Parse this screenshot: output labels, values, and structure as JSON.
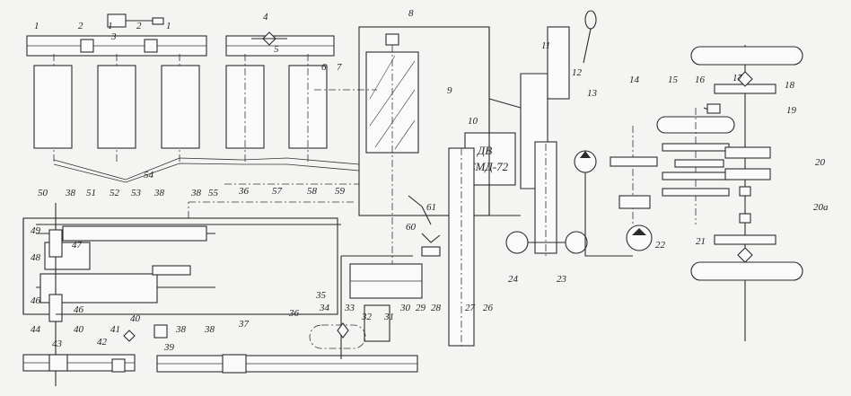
{
  "diagram": {
    "labels": {
      "l1": "1",
      "l2": "2",
      "l3": "3",
      "l4": "4",
      "l5": "5",
      "l6": "6",
      "l7": "7",
      "l8": "8",
      "l9": "9",
      "l10": "10",
      "l11": "11",
      "l12": "12",
      "l13": "13",
      "l14": "14",
      "l15": "15",
      "l16": "16",
      "l17": "17",
      "l18": "18",
      "l19": "19",
      "l20": "20",
      "l20a": "20a",
      "l21": "21",
      "l22": "22",
      "l23": "23",
      "l24": "24",
      "l26": "26",
      "l27": "27",
      "l28": "28",
      "l29": "29",
      "l30": "30",
      "l31": "31",
      "l32": "32",
      "l33": "33",
      "l34": "34",
      "l35": "35",
      "l36": "36",
      "l37": "37",
      "l38": "38",
      "l39": "39",
      "l40": "40",
      "l41": "41",
      "l42": "42",
      "l43": "43",
      "l44": "44",
      "l46": "46",
      "l47": "47",
      "l48": "48",
      "l49": "49",
      "l50": "50",
      "l51": "51",
      "l52": "52",
      "l53": "53",
      "l54": "54",
      "l55": "55",
      "l57": "57",
      "l58": "58",
      "l59": "59",
      "l60": "60",
      "l61": "61"
    },
    "engine_label_line1": "ДВ",
    "engine_label_line2": "СМД-72"
  },
  "colors": {
    "ink": "#2b2b2b",
    "paper": "#f4f4f2"
  }
}
